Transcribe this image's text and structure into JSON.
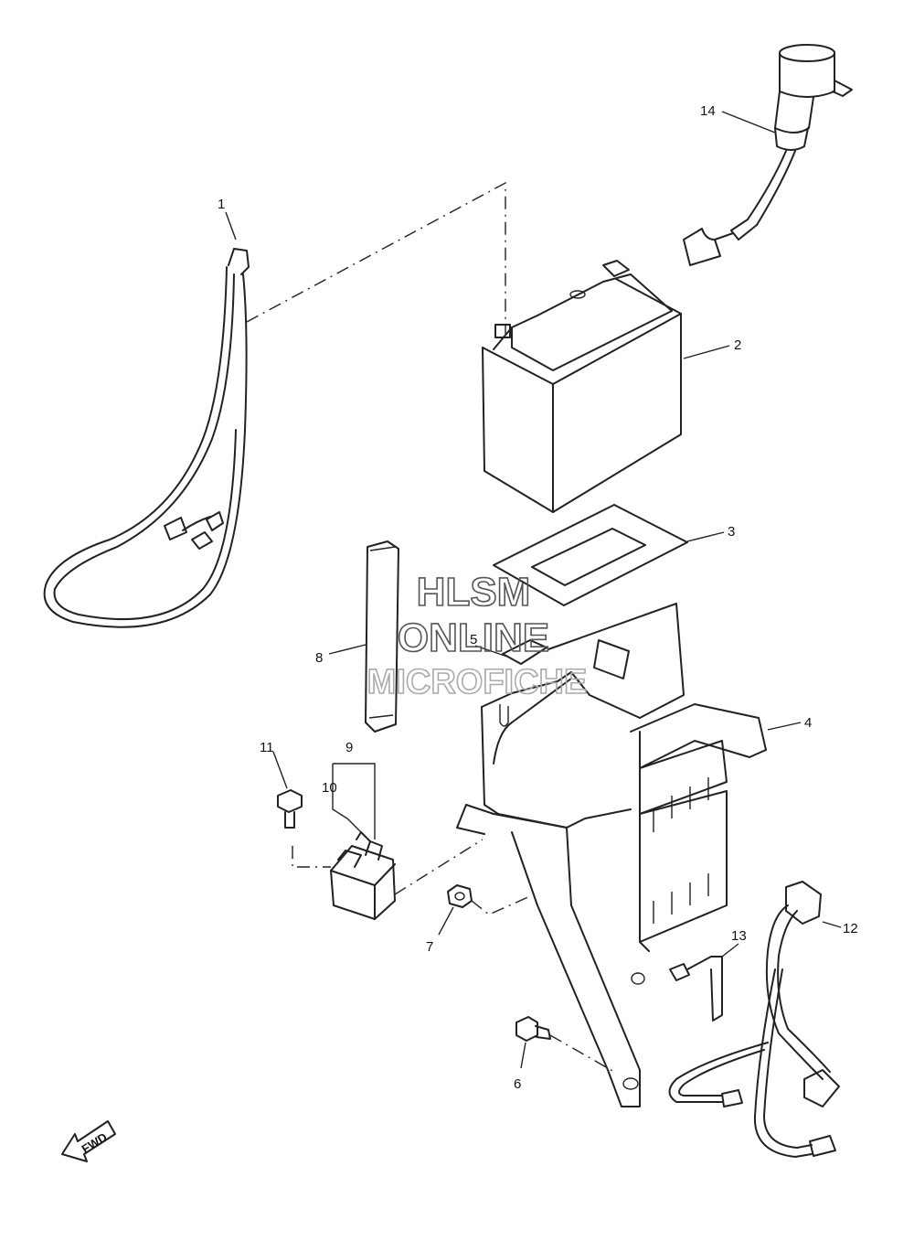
{
  "callouts": [
    "1",
    "2",
    "3",
    "4",
    "5",
    "6",
    "7",
    "8",
    "9",
    "10",
    "11",
    "12",
    "13",
    "14"
  ],
  "watermark": {
    "line1": "HLSM",
    "line2": "ONLINE",
    "line3": "MICROFICHE"
  },
  "fwd_label": "FWD"
}
